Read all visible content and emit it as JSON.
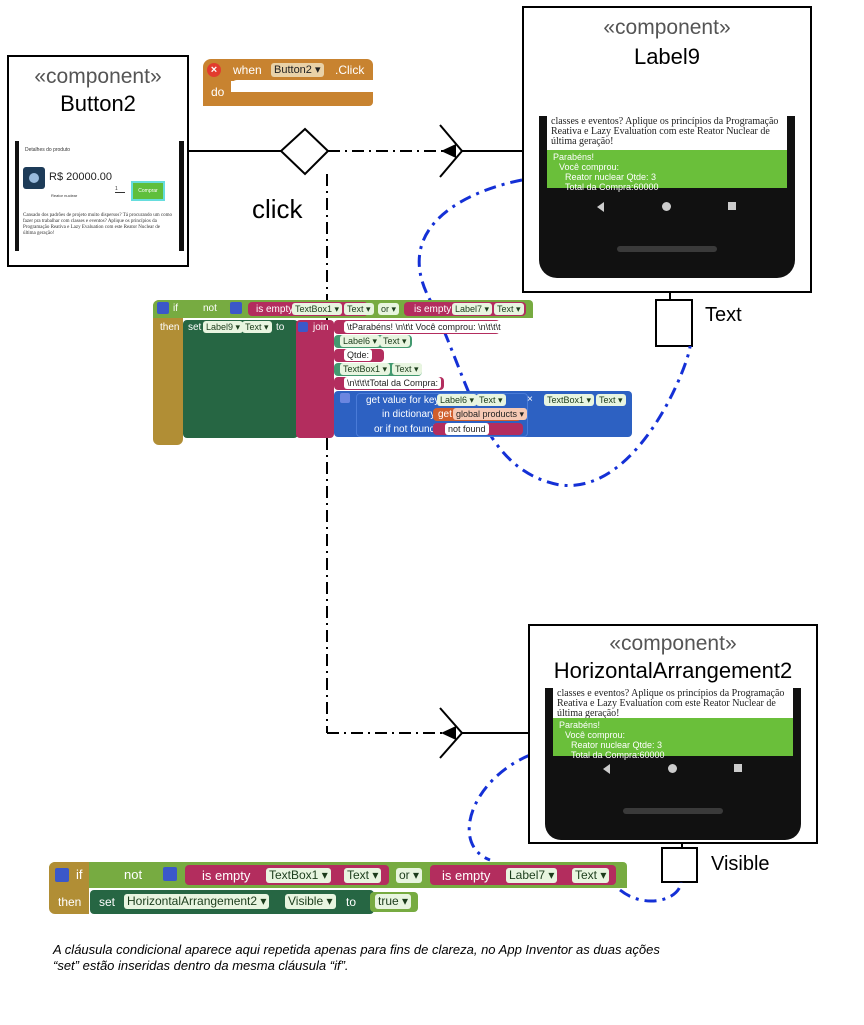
{
  "button2": {
    "stereotype": "«component»",
    "name": "Button2",
    "thumb": {
      "header": "Detalhes do produto",
      "price": "R$ 20000.00",
      "item": "Reator nuclear",
      "qty": "1",
      "button": "Comprar",
      "description": "Cansado dos padrões de projeto muito dispersos? Tá procurando um como fazer pra trabalhar com classes e eventos? Aplique os princípios da Programação Reativa e Lazy Evaluation com este Reator Nuclear de última geração!"
    }
  },
  "event_block": {
    "when": "when",
    "component": "Button2 ▾",
    "event": ".Click",
    "do": "do"
  },
  "event_label": "click",
  "label9": {
    "stereotype": "«component»",
    "name": "Label9",
    "screen_text": "classes e eventos? Aplique os princípios da Programação Reativa e Lazy Evaluation com este Reator Nuclear de última geração!",
    "result_lines": [
      "Parabéns!",
      "Você comprou:",
      "Reator nuclear Qtde: 3",
      "Total da Compra:60000"
    ],
    "property": "Text"
  },
  "harr": {
    "stereotype": "«component»",
    "name": "HorizontalArrangement2",
    "screen_text": "classes e eventos? Aplique os princípios da Programação Reativa e Lazy Evaluation com este Reator Nuclear de última geração!",
    "result_lines": [
      "Parabéns!",
      "Você comprou:",
      "Reator nuclear Qtde: 3",
      "Total da Compra:60000"
    ],
    "property": "Visible"
  },
  "code1": {
    "if": "if",
    "then": "then",
    "not": "not",
    "is_empty": "is empty",
    "or": "or ▾",
    "textbox1": "TextBox1 ▾",
    "text": "Text ▾",
    "label7": "Label7 ▾",
    "set": "set",
    "label9": "Label9 ▾",
    "to": "to",
    "join": "join",
    "s1": "\\tParabéns! \\n\\t\\t Você comprou: \\n\\t\\t\\t",
    "label6": "Label6 ▾",
    "s2": "Qtde: ",
    "s3": "\\n\\t\\t\\tTotal da Compra: ",
    "get_value": "get value for key",
    "in_dict": "in dictionary",
    "get": "get",
    "global": "global products ▾",
    "if_not_found": "or if not found",
    "not_found": "not found",
    "times": "×"
  },
  "code2": {
    "if": "if",
    "then": "then",
    "not": "not",
    "is_empty": "is empty",
    "or": "or ▾",
    "textbox1": "TextBox1 ▾",
    "text": "Text ▾",
    "label7": "Label7 ▾",
    "set": "set",
    "harr": "HorizontalArrangement2 ▾",
    "visible": "Visible ▾",
    "to": "to",
    "true": "true ▾"
  },
  "caption": "A cláusula condicional aparece aqui repetida apenas para fins de clareza, no App Inventor as duas ações “set” estão inseridas dentro da mesma cláusula “if”.",
  "colors": {
    "control": "#b18e35",
    "event": "#c88330",
    "logic": "#77ab41",
    "component_get": "#439970",
    "component_set": "#266643",
    "text": "#b32d5e",
    "dict": "#2d61c2",
    "variable": "#d05f2d",
    "connector_blue": "#1430d6"
  }
}
